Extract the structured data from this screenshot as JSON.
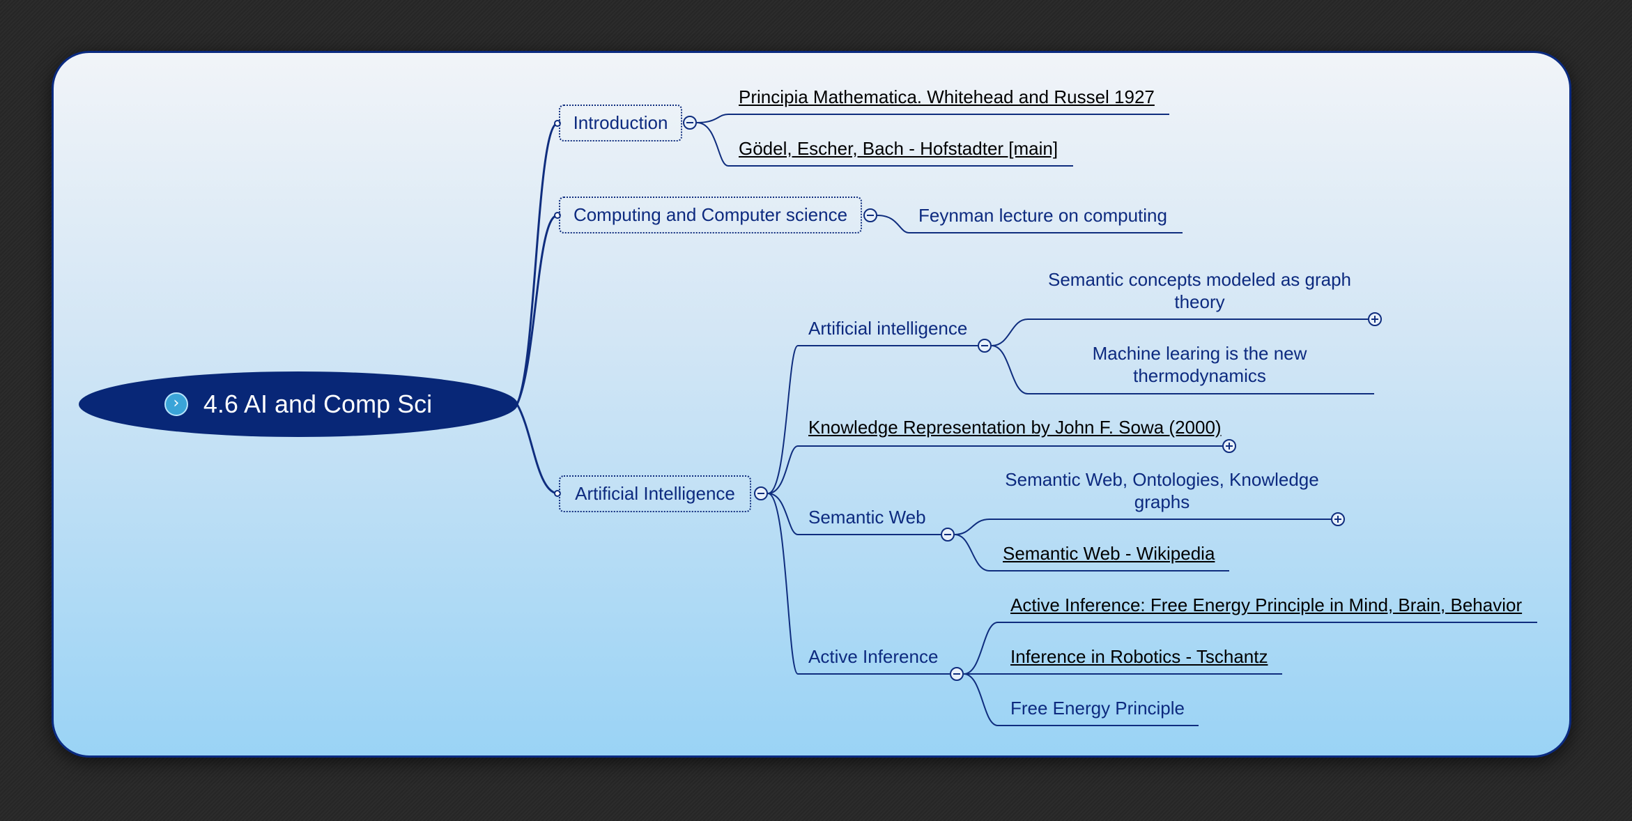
{
  "central": {
    "title": "4.6 AI and Comp Sci",
    "icon": "chevron-right-icon"
  },
  "topics": {
    "introduction": "Introduction",
    "computing": "Computing and Computer science",
    "ai": "Artificial Intelligence"
  },
  "nodes": {
    "principia": "Principia Mathematica. Whitehead and Russel 1927",
    "godel": "Gödel, Escher, Bach - Hofstadter [main]",
    "feynman": "Feynman lecture on computing",
    "ai_sub": "Artificial intelligence",
    "semantic_concepts": "Semantic concepts  modeled as graph theory",
    "ml_thermo": "Machine learing is the new thermodynamics",
    "knowledge_rep": "Knowledge Representation by John F. Sowa (2000)",
    "semantic_web": "Semantic Web",
    "sw_ontologies": "Semantic Web, Ontologies, Knowledge graphs",
    "sw_wikipedia": "Semantic Web - Wikipedia",
    "active_inference": "Active Inference",
    "ai_fep_mind": "Active Inference: Free Energy Principle in Mind, Brain, Behavior",
    "inference_robotics": "Inference in Robotics - Tschantz",
    "free_energy": "Free Energy Principle"
  },
  "colors": {
    "central_fill": "#082777",
    "connector": "#0f2d7e",
    "text": "#0d2a7f",
    "card_top": "#f1f4f8",
    "card_bottom": "#9ad3f5"
  }
}
